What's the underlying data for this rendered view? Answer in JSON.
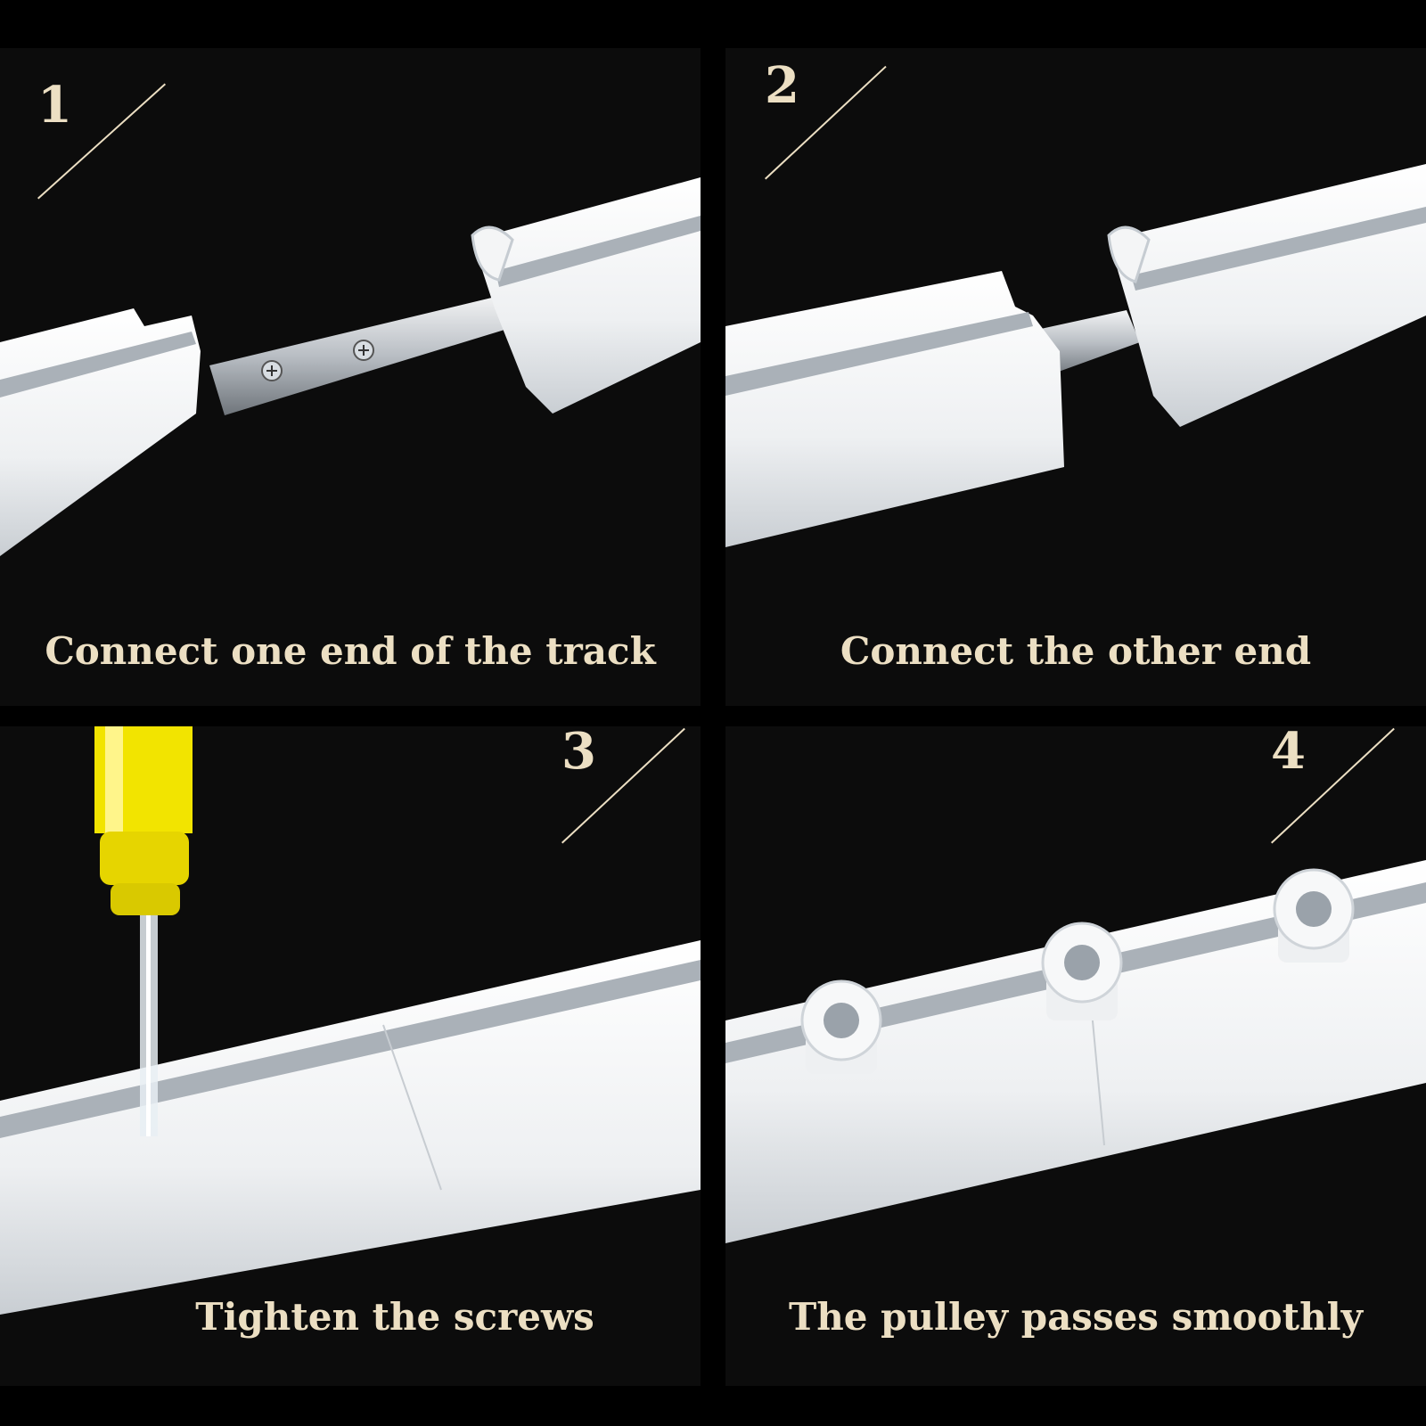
{
  "steps": [
    {
      "number": "1",
      "caption": "Connect one end of the track"
    },
    {
      "number": "2",
      "caption": "Connect the other end"
    },
    {
      "number": "3",
      "caption": "Tighten the screws"
    },
    {
      "number": "4",
      "caption": "The pulley passes smoothly"
    }
  ],
  "colors": {
    "background": "#0c0c0c",
    "text": "#ecdfc3",
    "track": "#f4f5f6",
    "screwdriver_handle": "#f2e400"
  }
}
